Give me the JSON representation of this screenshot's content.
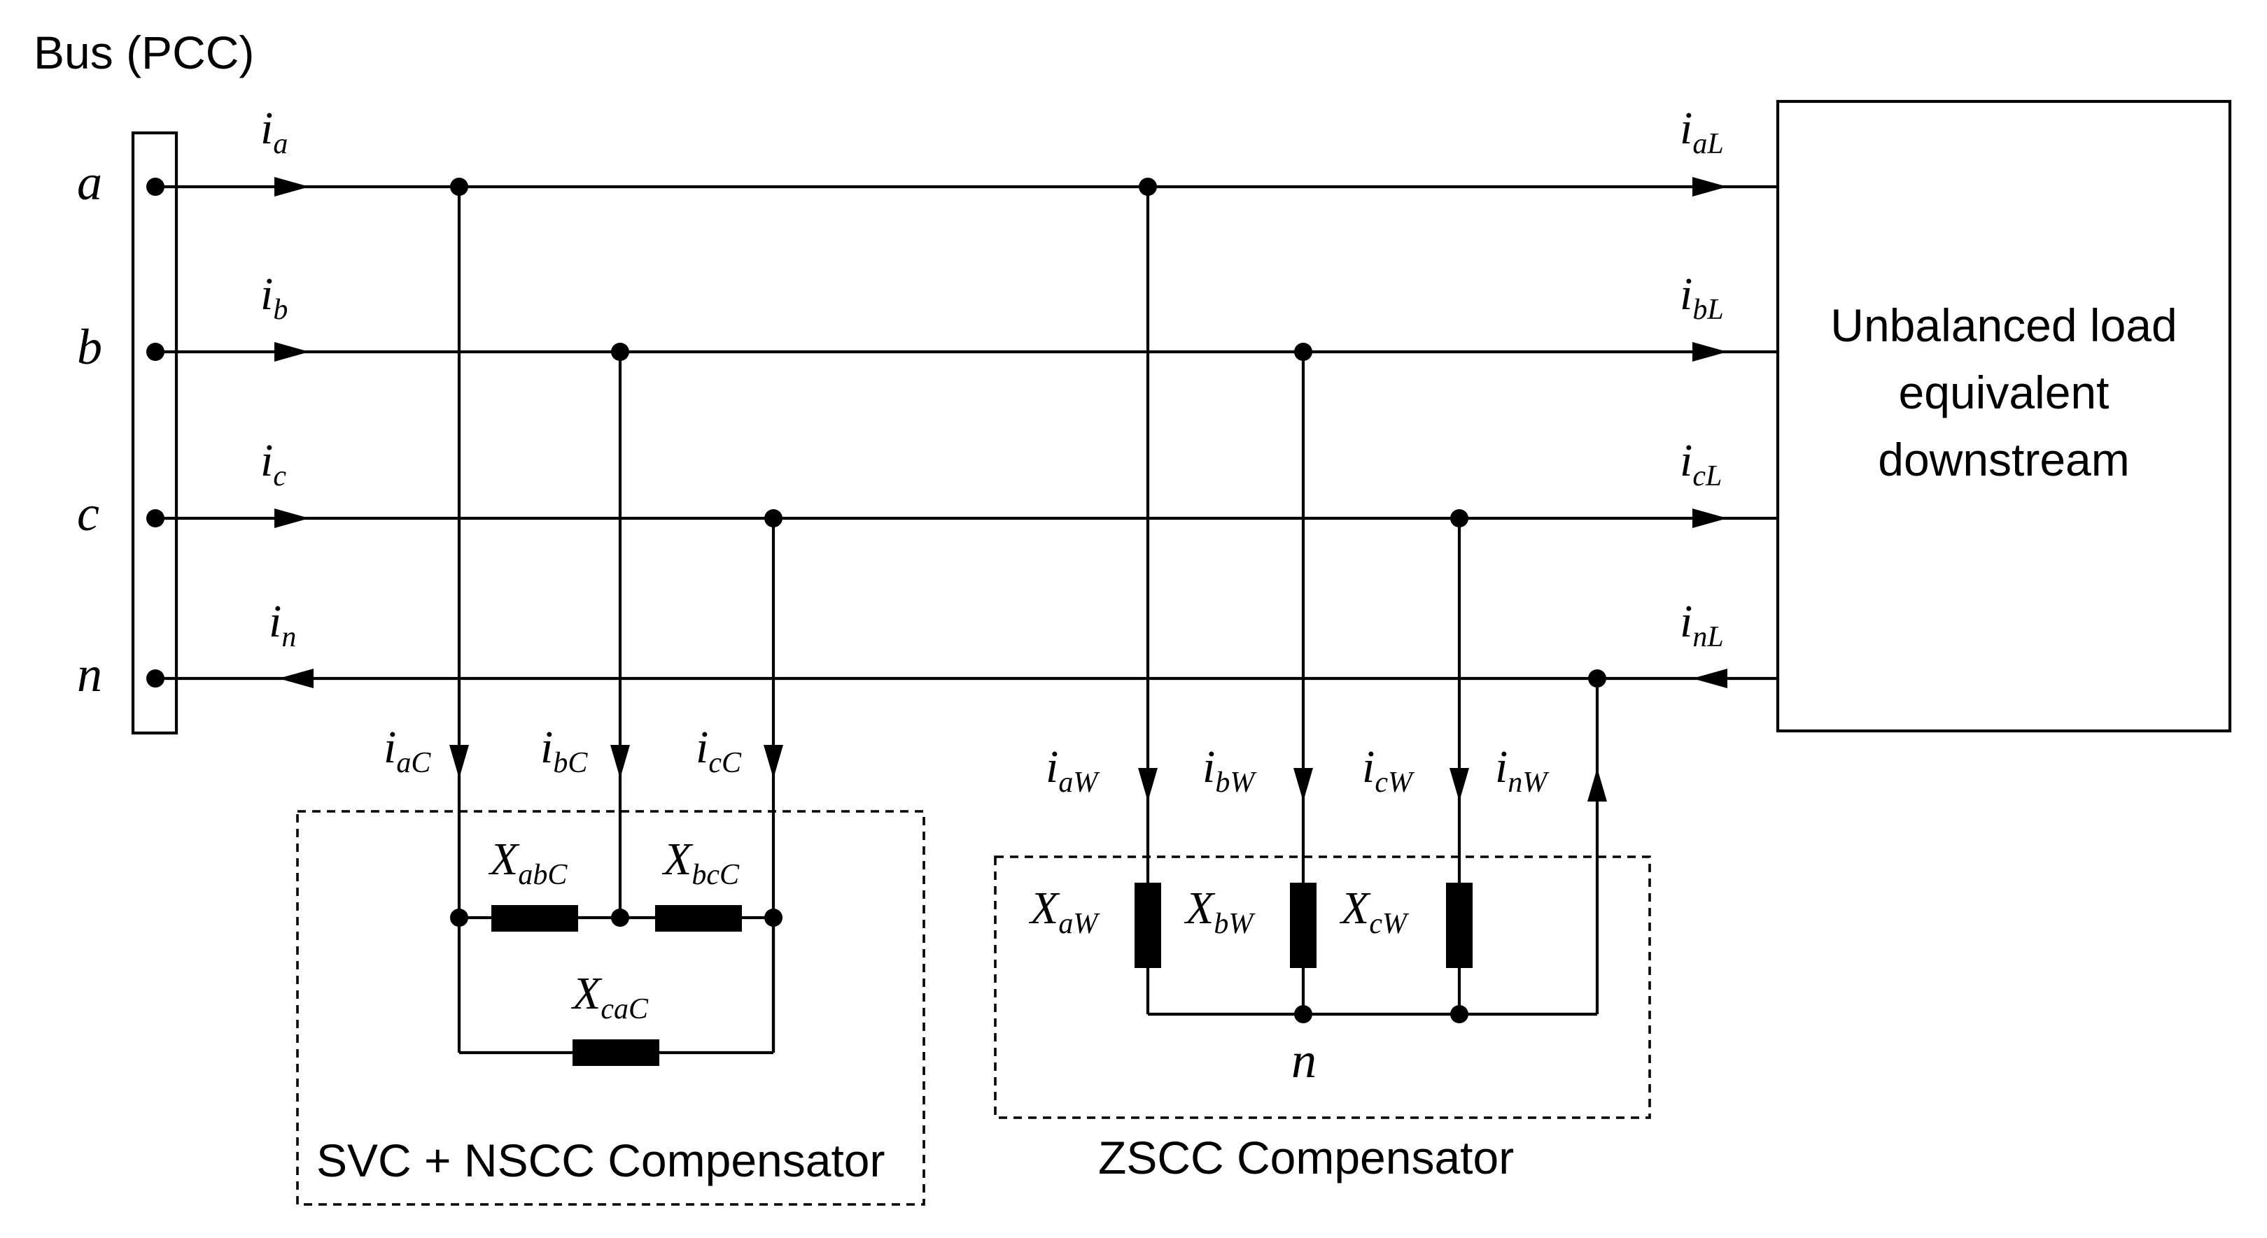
{
  "bus": {
    "title": "Bus (PCC)"
  },
  "phases": [
    "a",
    "b",
    "c",
    "n"
  ],
  "source_currents": [
    {
      "main": "i",
      "sub": "a"
    },
    {
      "main": "i",
      "sub": "b"
    },
    {
      "main": "i",
      "sub": "c"
    },
    {
      "main": "i",
      "sub": "n"
    }
  ],
  "load_currents": [
    {
      "main": "i",
      "sub": "aL"
    },
    {
      "main": "i",
      "sub": "bL"
    },
    {
      "main": "i",
      "sub": "cL"
    },
    {
      "main": "i",
      "sub": "nL"
    }
  ],
  "load_box": {
    "lines": [
      "Unbalanced load",
      "equivalent",
      "downstream"
    ]
  },
  "svc": {
    "title": "SVC + NSCC Compensator",
    "currents": [
      {
        "main": "i",
        "sub": "aC"
      },
      {
        "main": "i",
        "sub": "bC"
      },
      {
        "main": "i",
        "sub": "cC"
      }
    ],
    "reactances": [
      {
        "main": "X",
        "sub": "abC"
      },
      {
        "main": "X",
        "sub": "bcC"
      },
      {
        "main": "X",
        "sub": "caC"
      }
    ]
  },
  "zscc": {
    "title": "ZSCC Compensator",
    "currents": [
      {
        "main": "i",
        "sub": "aW"
      },
      {
        "main": "i",
        "sub": "bW"
      },
      {
        "main": "i",
        "sub": "cW"
      },
      {
        "main": "i",
        "sub": "nW"
      }
    ],
    "reactances": [
      {
        "main": "X",
        "sub": "aW"
      },
      {
        "main": "X",
        "sub": "bW"
      },
      {
        "main": "X",
        "sub": "cW"
      }
    ],
    "neutral_label": "n"
  },
  "colors": {
    "ink": "#000000",
    "background": "#ffffff"
  }
}
